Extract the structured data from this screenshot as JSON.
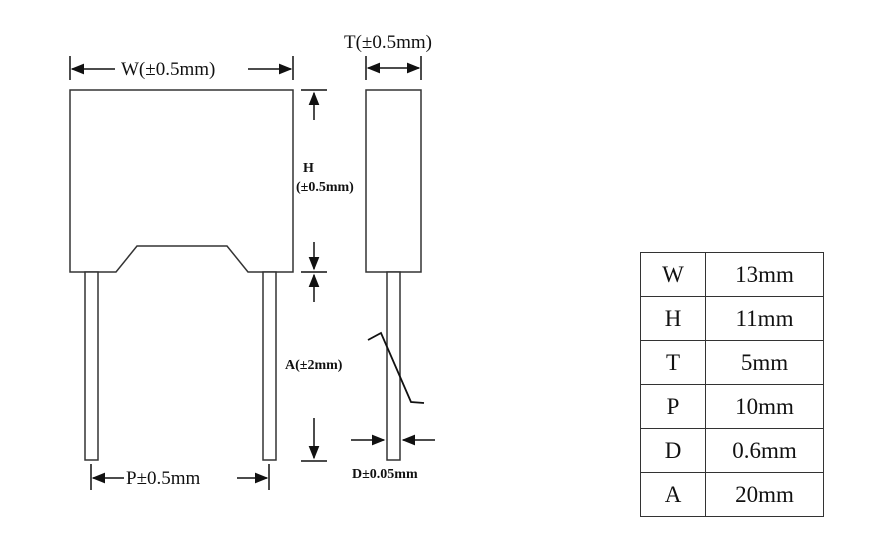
{
  "labels": {
    "w": "W(±0.5mm)",
    "t": "T(±0.5mm)",
    "h_letter": "H",
    "h_tol": "(±0.5mm)",
    "a": "A(±2mm)",
    "p": "P±0.5mm",
    "d": "D±0.05mm"
  },
  "table": {
    "rows": [
      {
        "key": "W",
        "value": "13mm"
      },
      {
        "key": "H",
        "value": "11mm"
      },
      {
        "key": "T",
        "value": "5mm"
      },
      {
        "key": "P",
        "value": "10mm"
      },
      {
        "key": "D",
        "value": "0.6mm"
      },
      {
        "key": "A",
        "value": "20mm"
      }
    ]
  }
}
